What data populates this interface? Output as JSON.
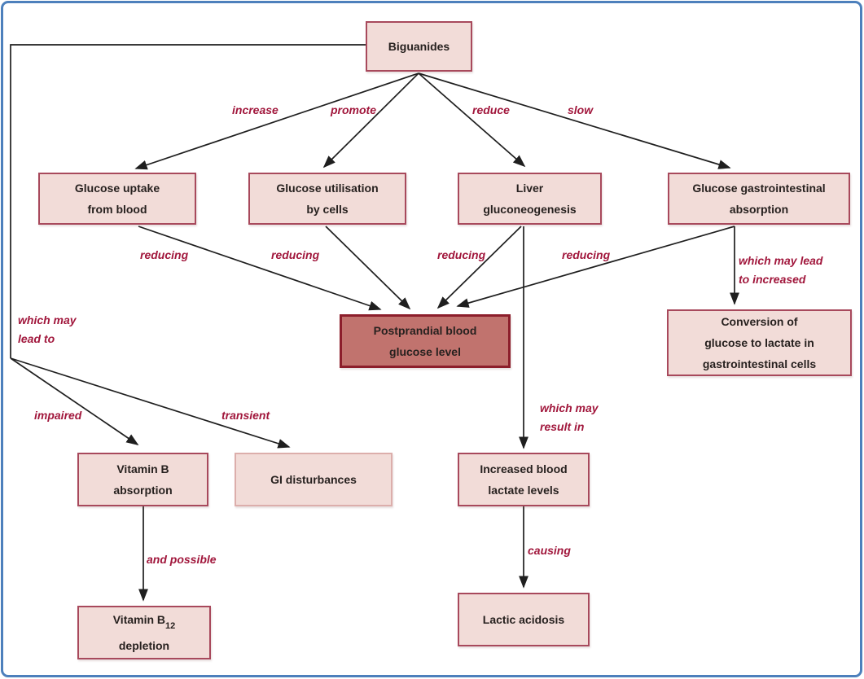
{
  "colors": {
    "outer_border": "#4d80bc",
    "box_fill": "#f2dcd8",
    "box_border": "#a8495c",
    "light_box_border": "#dcaeab",
    "highlight_box_fill": "#c1736e",
    "highlight_box_border": "#8c1e2b",
    "edge_label_text": "#a1173c",
    "box_text": "#27211f",
    "line_color": "#1f1f1f"
  },
  "nodes": {
    "biguanides": {
      "lines": [
        "Biguanides"
      ]
    },
    "glucose_uptake": {
      "lines": [
        "Glucose uptake",
        "from blood"
      ]
    },
    "glucose_utilisation": {
      "lines": [
        "Glucose utilisation",
        "by cells"
      ]
    },
    "liver_gluconeogenesis": {
      "lines": [
        "Liver",
        "gluconeogenesis"
      ]
    },
    "gi_absorption": {
      "lines": [
        "Glucose gastrointestinal",
        "absorption"
      ]
    },
    "postprandial": {
      "lines": [
        "Postprandial blood",
        "glucose level"
      ]
    },
    "conversion": {
      "lines": [
        "Conversion of",
        "glucose to lactate in",
        "gastrointestinal cells"
      ]
    },
    "vitamin_b_absorption": {
      "lines": [
        "Vitamin B",
        "absorption"
      ]
    },
    "gi_disturbances": {
      "lines": [
        "GI disturbances"
      ]
    },
    "vitamin_b12_depletion": {
      "line1_main": "Vitamin B",
      "line1_sub": "12",
      "line2": "depletion"
    },
    "increased_lactate": {
      "lines": [
        "Increased blood",
        "lactate levels"
      ]
    },
    "lactic_acidosis": {
      "lines": [
        "Lactic acidosis"
      ]
    }
  },
  "edge_labels": {
    "increase": "increase",
    "promote": "promote",
    "reduce": "reduce",
    "slow": "slow",
    "reducing_1": "reducing",
    "reducing_2": "reducing",
    "reducing_3": "reducing",
    "reducing_4": "reducing",
    "which_may_lead_to_increased": [
      "which may lead",
      "to increased"
    ],
    "which_may_lead_to": [
      "which may",
      "lead to"
    ],
    "impaired": "impaired",
    "transient": "transient",
    "and_possible": "and possible",
    "which_may_result_in": [
      "which may",
      "result in"
    ],
    "causing": "causing"
  }
}
